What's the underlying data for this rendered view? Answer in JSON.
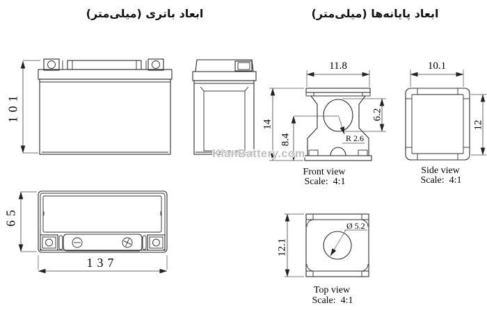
{
  "headers": {
    "battery": "ابعاد باتری (میلی‌متر)",
    "terminals": "ابعاد پایانه‌ها (میلی‌متر)"
  },
  "watermark": "KianBattery.com",
  "battery": {
    "front": {
      "height": "101"
    },
    "top": {
      "height": "65",
      "width": "137"
    }
  },
  "terminal": {
    "front": {
      "label": "Front view",
      "scale": "Scale:  4:1",
      "width": "11.8",
      "height": "14",
      "hole_center_to_base": "8.4",
      "hole_height": "6.2",
      "fillet_radius": "R 2.6"
    },
    "side": {
      "label": "Side view",
      "scale": "Scale:  4:1",
      "width": "10.1",
      "height": "12"
    },
    "top": {
      "label": "Top view",
      "scale": "Scale:  4:1",
      "height": "12.1",
      "hole_diameter": "Ø 5.2"
    }
  }
}
